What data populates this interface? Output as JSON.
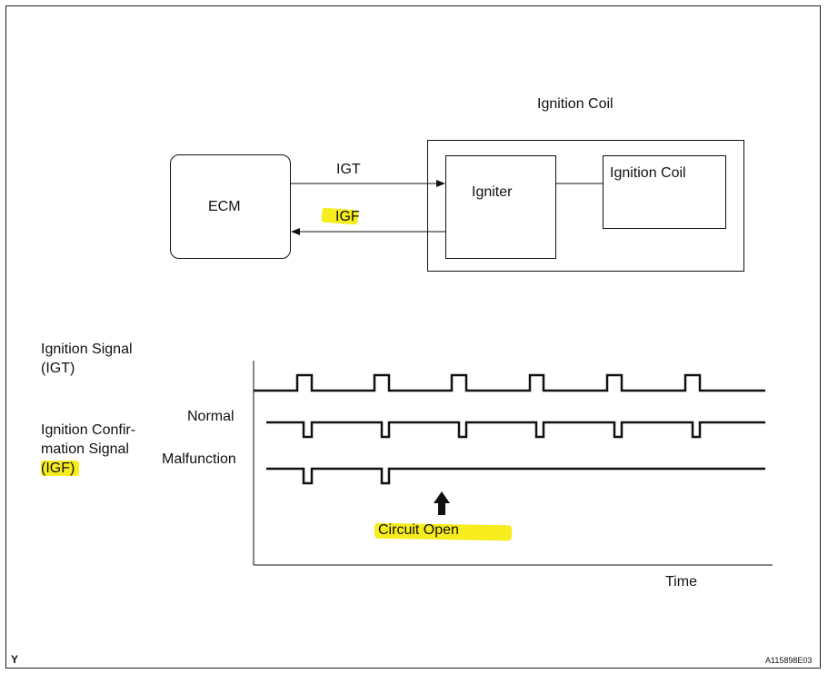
{
  "diagram": {
    "ignition_coil_group_title": "Ignition Coil",
    "ecm_label": "ECM",
    "igniter_label": "Igniter",
    "coil_label": "Ignition Coil",
    "igt_label": "IGT",
    "igf_label": "IGF"
  },
  "timing": {
    "igt_signal_label_line1": "Ignition Signal",
    "igt_signal_label_line2": "(IGT)",
    "igf_signal_label_line1": "Ignition Confir-",
    "igf_signal_label_line2": "mation Signal",
    "igf_signal_label_line3": "(IGF)",
    "normal_label": "Normal",
    "malfunction_label": "Malfunction",
    "circuit_open_label": "Circuit Open",
    "time_label": "Time"
  },
  "footer": {
    "corner_mark": "Y",
    "figure_id": "A115898E03"
  },
  "colors": {
    "highlight": "#f7ec1e",
    "line": "#111111"
  }
}
